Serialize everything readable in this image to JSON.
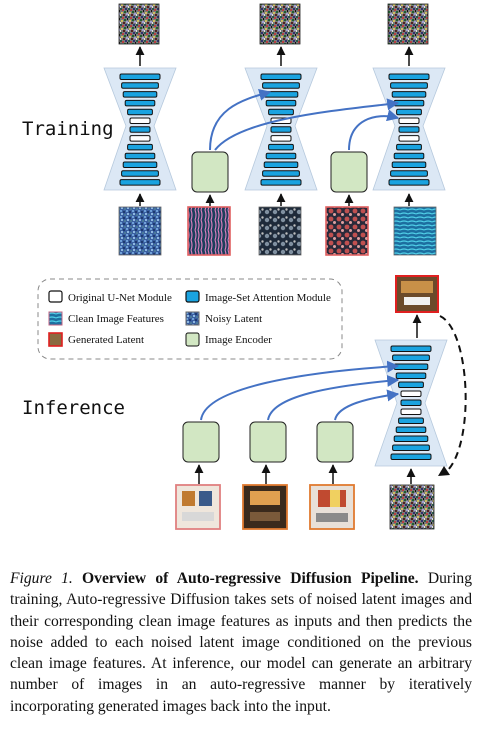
{
  "labels": {
    "training": "Training",
    "inference": "Inference"
  },
  "legend": {
    "original_unet": "Original U-Net Module",
    "image_set_attention": "Image-Set Attention Module",
    "clean_image_features": "Clean Image Features",
    "noisy_latent": "Noisy Latent",
    "generated_latent": "Generated Latent",
    "image_encoder": "Image Encoder"
  },
  "caption": {
    "label": "Figure 1.",
    "title": "Overview of Auto-regressive Diffusion Pipeline.",
    "body": "During training, Auto-regressive Diffusion takes sets of noised latent images and their corresponding clean image features as inputs and then predicts the noise added to each noised latent image conditioned on the previous clean image features. At inference, our model can generate an arbitrary number of images in an auto-regressive manner by iteratively incorporating generated images back into the input."
  },
  "colors": {
    "unet_fill": "#dce8f5",
    "attention_block": "#1aa3e0",
    "encoder_fill": "#d2e7c3",
    "arrow_blue": "#4472c4",
    "generated_border": "#e02020",
    "clean_border": "#e06060"
  }
}
